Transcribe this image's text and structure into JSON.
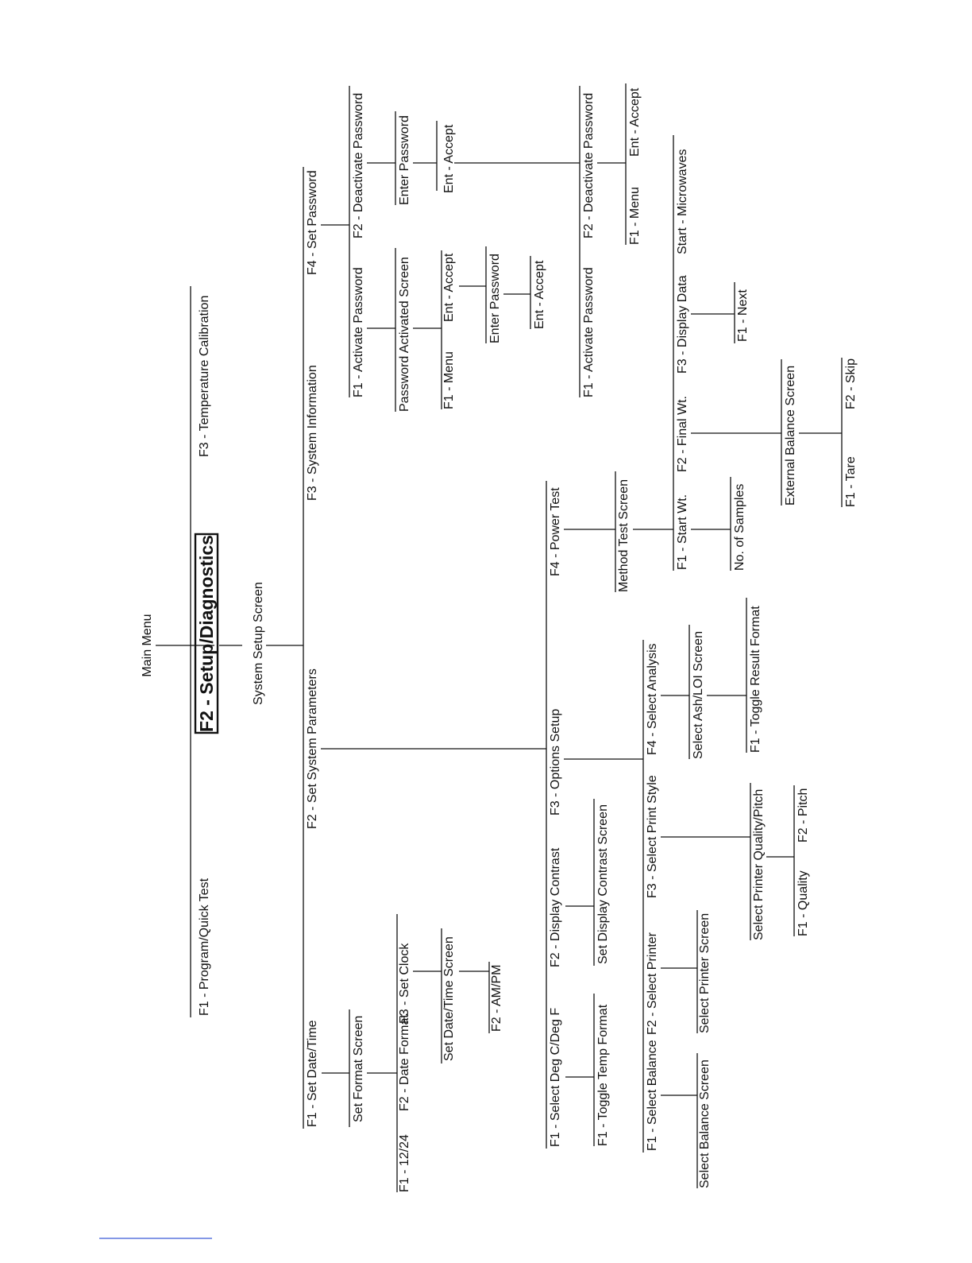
{
  "diagram": {
    "nodes": {
      "main_menu": "Main Menu",
      "f1_program_quick_test": "F1 - Program/Quick Test",
      "f2_setup_diagnostics": "F2 - Setup/Diagnostics",
      "f3_temperature_calibration": "F3 - Temperature Calibration",
      "system_setup_screen": "System Setup Screen",
      "f1_set_date_time": "F1 - Set Date/Time",
      "f2_set_system_parameters": "F2 - Set System Parameters",
      "f3_system_information": "F3 - System Information",
      "f4_set_password": "F4 - Set Password",
      "set_format_screen": "Set Format Screen",
      "f1_12_24": "F1 - 12/24",
      "f2_date_format": "F2 - Date Format",
      "f3_set_clock": "F3 - Set Clock",
      "set_date_time_screen": "Set Date/Time Screen",
      "f2_am_pm": "F2 - AM/PM",
      "f1_select_deg": "F1 - Select Deg C/Deg F",
      "f2_display_contrast": "F2 - Display Contrast",
      "f3_options_setup": "F3 - Options Setup",
      "f4_power_test": "F4 - Power Test",
      "f1_toggle_temp_format": "F1 - Toggle Temp Format",
      "set_display_contrast_screen": "Set Display Contrast Screen",
      "f1_select_balance": "F1 - Select Balance",
      "f2_select_printer": "F2 - Select Printer",
      "f3_select_print_style": "F3 - Select Print Style",
      "f4_select_analysis": "F4 - Select Analysis",
      "select_balance_screen": "Select Balance Screen",
      "select_printer_screen": "Select Printer Screen",
      "select_printer_quality_pitch": "Select Printer Quality/Pitch",
      "f1_quality": "F1 - Quality",
      "f2_pitch": "F2 - Pitch",
      "select_ash_loi_screen": "Select Ash/LOI Screen",
      "f1_toggle_result_format": "F1 - Toggle Result Format",
      "method_test_screen": "Method Test Screen",
      "f1_start_wt": "F1 - Start Wt.",
      "f2_final_wt": "F2 - Final Wt.",
      "f3_display_data": "F3 - Display Data",
      "start_microwaves": "Start - Microwaves",
      "no_of_samples": "No. of Samples",
      "external_balance_screen": "External Balance Screen",
      "f1_tare": "F1 - Tare",
      "f2_skip": "F2 - Skip",
      "f1_next": "F1 - Next",
      "f1_activate_password": "F1 - Activate Password",
      "f2_deactivate_password": "F2 - Deactivate Password",
      "password_activated_screen": "Password Activated Screen",
      "f1_menu": "F1 - Menu",
      "ent_accept": "Ent - Accept",
      "enter_password": "Enter Password",
      "ent_accept_2": "Ent - Accept",
      "enter_password_2": "Enter Password",
      "ent_accept_3": "Ent - Accept",
      "f1_activate_password_2": "F1 - Activate Password",
      "f2_deactivate_password_2": "F2 - Deactivate Password",
      "f1_menu_2": "F1 - Menu",
      "ent_accept_4": "Ent - Accept"
    }
  }
}
